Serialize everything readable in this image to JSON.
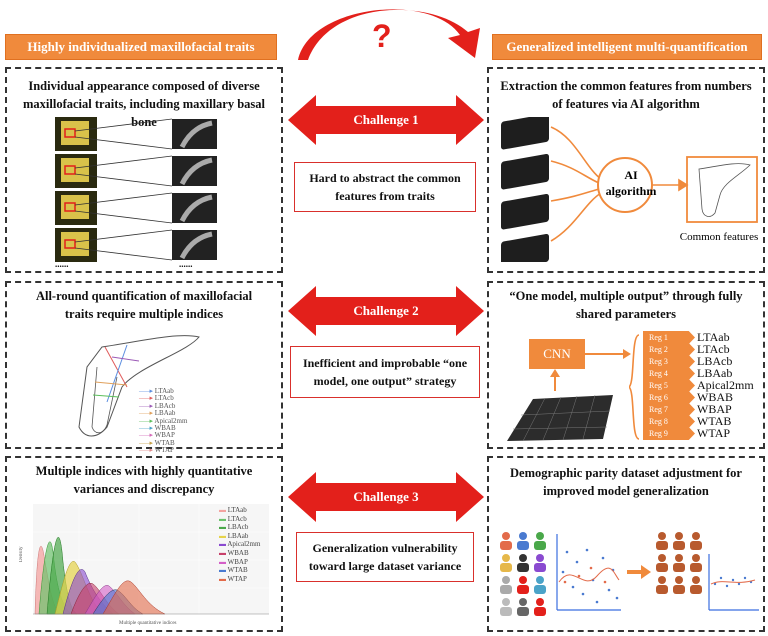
{
  "question_mark": "?",
  "banners": {
    "left": "Highly individualized maxillofacial traits",
    "right": "Generalized intelligent multi-quantification"
  },
  "challenges": [
    {
      "label": "Challenge 1",
      "box": "Hard to abstract the common features from traits"
    },
    {
      "label": "Challenge 2",
      "box": "Inefficient and improbable “one model, one output” strategy"
    },
    {
      "label": "Challenge 3",
      "box": "Generalization vulnerability toward large dataset variance"
    }
  ],
  "left_panels": {
    "p1_title": "Individual appearance composed of diverse maxillofacial traits, including maxillary basal bone",
    "p1_ellipsis": "......",
    "p2_title": "All-round quantification of maxillofacial traits require multiple indices",
    "p2_legend": [
      "LTAab",
      "LTAcb",
      "LBAcb",
      "LBAab",
      "Apical2mm",
      "WBAB",
      "WBAP",
      "WTAB",
      "WTAP"
    ],
    "p3_title": "Multiple indices with  highly quantitative variances and discrepancy",
    "p3_ylabel": "Density",
    "p3_xlabel": "Multiple quantitative indices",
    "p3_legend": [
      "LTAab",
      "LTAcb",
      "LBAcb",
      "LBAab",
      "Apical2mm",
      "WBAB",
      "WBAP",
      "WTAB",
      "WTAP"
    ]
  },
  "right_panels": {
    "p1_title": "Extraction the common features from numbers of features via AI algorithm",
    "p1_ai": "AI algorithm",
    "p1_caption": "Common features",
    "p2_title": "“One model, multiple output” through fully shared parameters",
    "p2_cnn": "CNN",
    "p2_regs": [
      "Reg 1",
      "Reg 2",
      "Reg 3",
      "Reg 4",
      "Reg 5",
      "Reg 6",
      "Reg 7",
      "Reg 8",
      "Reg 9"
    ],
    "p2_outputs": [
      "LTAab",
      "LTAcb",
      "LBAcb",
      "LBAab",
      "Apical2mm",
      "WBAB",
      "WBAP",
      "WTAB",
      "WTAP"
    ],
    "p3_title": "Demographic parity dataset adjustment for improved model generalization"
  },
  "colors": {
    "orange": "#f08a3c",
    "red": "#e3201b",
    "dark_orange": "#e07020"
  }
}
